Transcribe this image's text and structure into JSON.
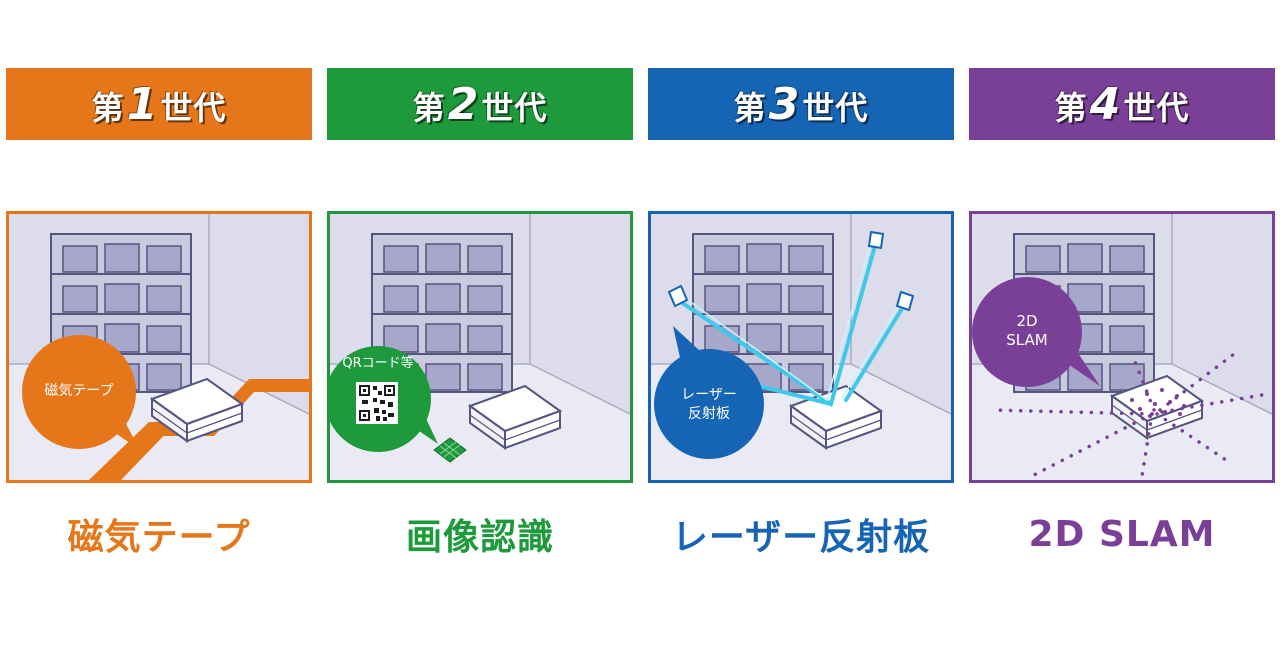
{
  "generations": [
    {
      "prefix": "第",
      "number": "1",
      "suffix": "世代",
      "bubble_text": "磁気テープ",
      "technology": "磁気テープ",
      "color": "#e5761a"
    },
    {
      "prefix": "第",
      "number": "2",
      "suffix": "世代",
      "bubble_text": "QRコード等",
      "technology": "画像認識",
      "color": "#1e9a3c"
    },
    {
      "prefix": "第",
      "number": "3",
      "suffix": "世代",
      "bubble_text": "レーザー\n反射板",
      "technology": "レーザー反射板",
      "color": "#1664b4"
    },
    {
      "prefix": "第",
      "number": "4",
      "suffix": "世代",
      "bubble_text": "2D\nSLAM",
      "technology": "2D SLAM",
      "color": "#7a3f96"
    }
  ],
  "icons": {
    "robot": "agv-robot-icon",
    "shelf": "warehouse-shelf-icon",
    "qr": "qr-code-icon",
    "reflector": "laser-reflector-icon"
  },
  "colors": {
    "laser": "#3ec9ea",
    "scene_wall": "#dcdceb",
    "scene_floor": "#eaeaf4",
    "line_art": "#55557f"
  }
}
